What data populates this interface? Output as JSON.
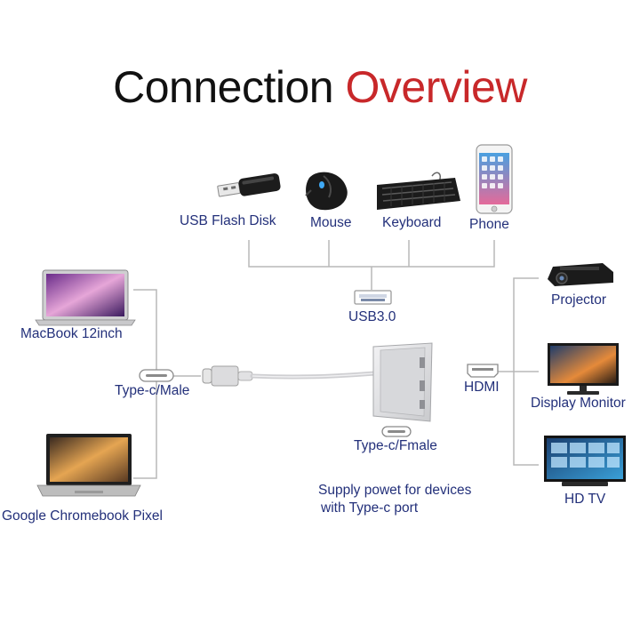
{
  "title": {
    "part1": "Connection",
    "part2": "Overview"
  },
  "colors": {
    "title_dark": "#111111",
    "title_accent": "#c8282a",
    "label": "#23307a",
    "line": "#b8b8b8"
  },
  "top_devices": [
    {
      "label": "USB Flash Disk",
      "icon": "usb-flash-disk-icon"
    },
    {
      "label": "Mouse",
      "icon": "mouse-icon"
    },
    {
      "label": "Keyboard",
      "icon": "keyboard-icon"
    },
    {
      "label": "Phone",
      "icon": "phone-icon"
    }
  ],
  "usb_port": {
    "label": "USB3.0"
  },
  "left_devices": [
    {
      "label": "MacBook 12inch",
      "icon": "macbook-icon"
    },
    {
      "label": "Google Chromebook Pixel",
      "icon": "chromebook-icon"
    }
  ],
  "cable": {
    "label": "Type-c/Male"
  },
  "hdmi": {
    "label": "HDMI"
  },
  "right_devices": [
    {
      "label": "Projector",
      "icon": "projector-icon"
    },
    {
      "label": "Display Monitor",
      "icon": "monitor-icon"
    },
    {
      "label": "HD TV",
      "icon": "tv-icon"
    }
  ],
  "female_port": {
    "label": "Type-c/Fmale",
    "note_line1": "Supply powet for devices",
    "note_line2": "with Type-c port"
  }
}
